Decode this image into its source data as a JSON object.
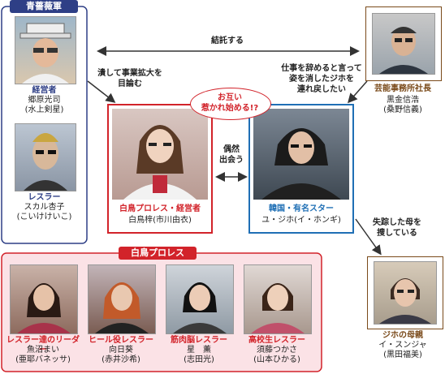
{
  "groups": {
    "aobara": "青薔薇軍",
    "shiratori": "白鳥プロレス"
  },
  "people": {
    "keieisha": {
      "role": "経営者",
      "name1": "郷原光司",
      "name2": "(水上剣星)"
    },
    "wrestler": {
      "role": "レスラー",
      "name1": "スカル杏子",
      "name2": "(こいけけいこ)"
    },
    "shacho": {
      "role": "芸能事務所社長",
      "name1": "黒金信浩",
      "name2": "(桑野信義)"
    },
    "azusa": {
      "role": "白鳥プロレス・経営者",
      "name1": "白鳥梓(市川由衣)"
    },
    "jihoo": {
      "role": "韓国・有名スター",
      "name1": "ユ・ジホ(イ・ホンギ)"
    },
    "haha": {
      "role": "ジホの母親",
      "name1": "イ・スンジャ",
      "name2": "(黒田福美)"
    },
    "leader": {
      "role": "レスラー達のリーダー",
      "name1": "魚沼まい",
      "name2": "(亜耶バネッサ)"
    },
    "heel": {
      "role": "ヒール役レスラー",
      "name1": "向日葵",
      "name2": "(赤井沙希)"
    },
    "kinniku": {
      "role": "筋肉脳レスラー",
      "name1": "星　薫",
      "name2": "(志田光)"
    },
    "koukou": {
      "role": "高校生レスラー",
      "name1": "須藤つかさ",
      "name2": "(山本ひかる)"
    }
  },
  "relations": {
    "ketaku": "結託する",
    "tsubushi": "潰して事業拡大を\n目論む",
    "shigoto": "仕事を辞めると言って\n姿を消したジホを\n連れ戻したい",
    "otagai": "お互い\n惹かれ始める!?",
    "guuzen": "偶然\n出会う",
    "shissou": "失踪した母を\n捜している"
  },
  "colors": {
    "navy": "#2e3f86",
    "red": "#d2232a",
    "blue": "#1f6fb5",
    "brown": "#7a4a1a",
    "pinkFill": "#fbe2e6"
  }
}
